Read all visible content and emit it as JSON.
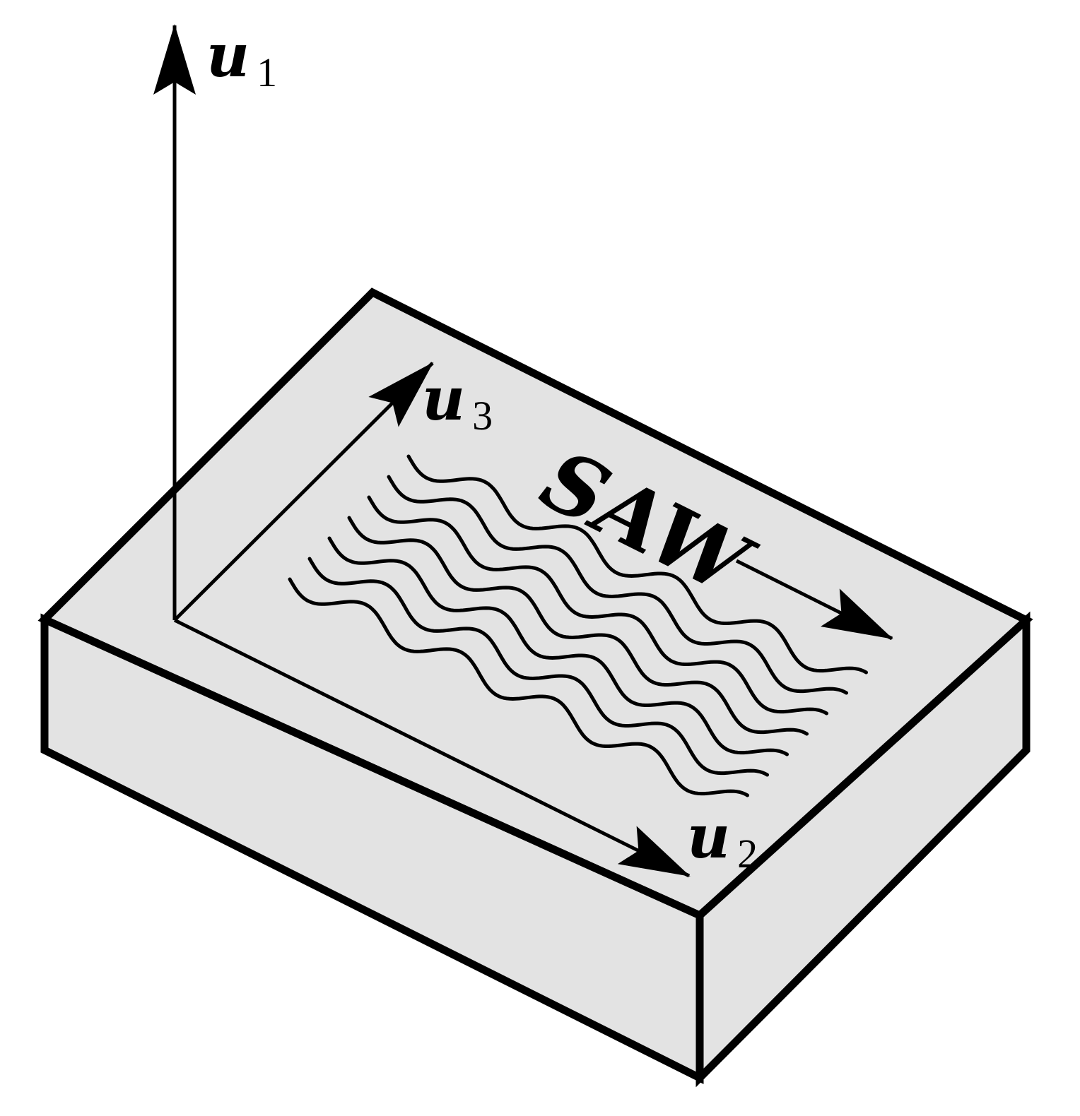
{
  "colors": {
    "background": "#ffffff",
    "block_fill": "#e3e3e3",
    "stroke": "#000000"
  },
  "axes": {
    "u1": {
      "symbol": "u",
      "subscript": "1"
    },
    "u2": {
      "symbol": "u",
      "subscript": "2"
    },
    "u3": {
      "symbol": "u",
      "subscript": "3"
    }
  },
  "wave": {
    "label": "SAW",
    "line_count": 7
  }
}
